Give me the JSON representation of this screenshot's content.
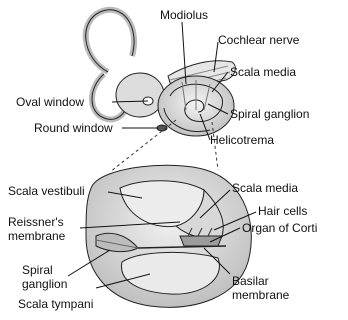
{
  "diagram": {
    "upper": {
      "modiolus": "Modiolus",
      "cochlear_nerve": "Cochlear nerve",
      "scala_media": "Scala media",
      "oval_window": "Oval window",
      "spiral_ganglion": "Spiral ganglion",
      "round_window": "Round window",
      "helicotrema": "Helicotrema"
    },
    "lower": {
      "scala_vestibuli": "Scala vestibuli",
      "scala_media": "Scala media",
      "hair_cells": "Hair cells",
      "reissners_membrane_1": "Reissner's",
      "reissners_membrane_2": "membrane",
      "organ_of_corti": "Organ of Corti",
      "spiral_ganglion_1": "Spiral",
      "spiral_ganglion_2": "ganglion",
      "scala_tympani": "Scala tympani",
      "basilar_membrane_1": "Basilar",
      "basilar_membrane_2": "membrane"
    }
  },
  "colors": {
    "line": "#222222",
    "fill_light": "#eeeeee",
    "fill_mid": "#d4d4d4",
    "fill_dark": "#9a9a9a"
  }
}
